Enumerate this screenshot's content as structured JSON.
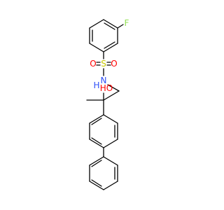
{
  "molecule": {
    "atoms": [
      {
        "id": "f",
        "symbol": "F",
        "color": "#90e050"
      },
      {
        "id": "s",
        "symbol": "S",
        "color": "#c8c800"
      },
      {
        "id": "o1",
        "symbol": "O",
        "color": "#ff0000"
      },
      {
        "id": "o2",
        "symbol": "O",
        "color": "#ff0000"
      },
      {
        "id": "n",
        "symbol": "N",
        "color": "#3050f8"
      },
      {
        "id": "h",
        "symbol": "H",
        "color": "#3050f8"
      },
      {
        "id": "oh",
        "symbol": "HO",
        "color": "#ff0000"
      }
    ],
    "bond_color": "#000000"
  }
}
